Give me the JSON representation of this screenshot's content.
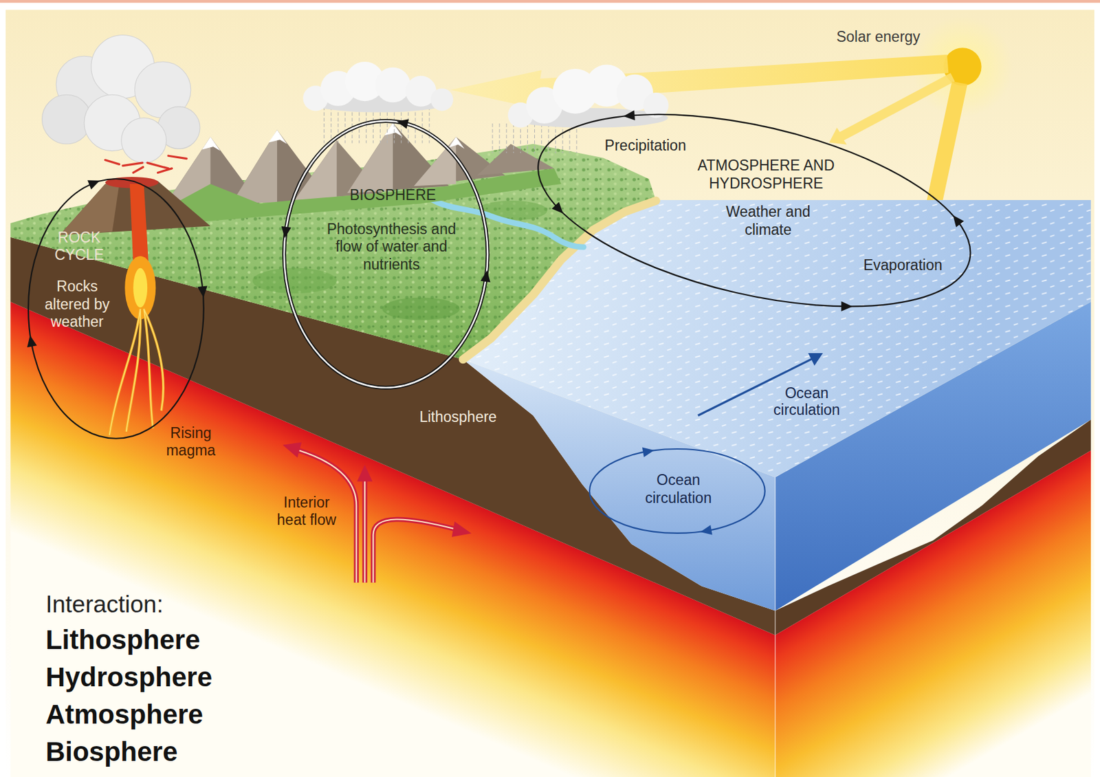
{
  "diagram": {
    "nodes": [
      {
        "text": [
          "ROCK CYCLE",
          "Rocks altered by weather"
        ]
      },
      {
        "text": [
          "BIOSPHERE",
          "Photosynthesis and flow of water and nutrients"
        ]
      },
      {
        "text": [
          "Precipitation",
          "ATMOSPHERE AND HYDROSPHERE",
          "Weather and climate",
          "Evaporation"
        ]
      },
      {
        "text": [
          "Ocean circulation"
        ]
      }
    ],
    "labels": [
      "Solar energy",
      "Rising magma",
      "Lithosphere",
      "Interior heat flow",
      "Ocean circulation",
      "Interaction:",
      "Lithosphere",
      "Hydrosphere",
      "Atmosphere",
      "Biosphere"
    ]
  }
}
